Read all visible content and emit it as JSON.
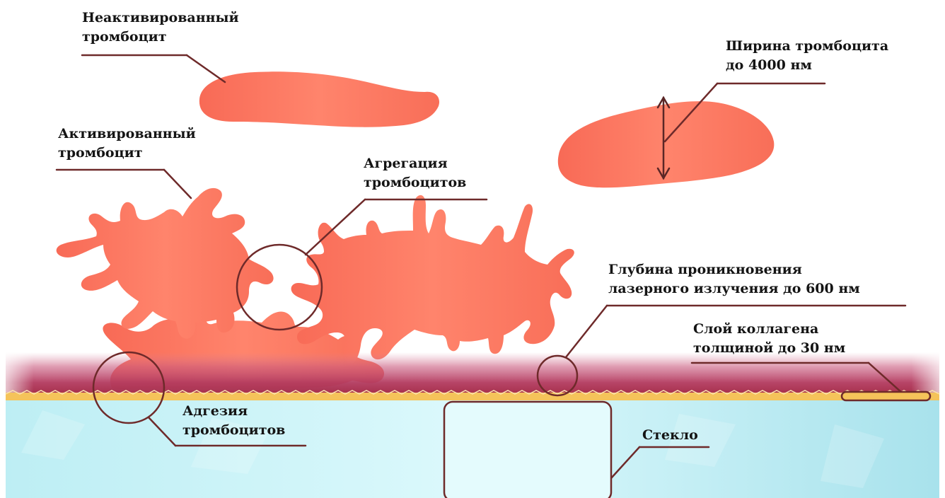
{
  "labels": {
    "inactive_platelet": [
      "Неактивированный",
      "тромбоцит"
    ],
    "activated_platelet": [
      "Активированный",
      "тромбоцит"
    ],
    "aggregation": [
      "Агрегация",
      "тромбоцитов"
    ],
    "platelet_width": [
      "Ширина тромбоцита",
      "до 4000 нм"
    ],
    "penetration_depth": [
      "Глубина проникновения",
      "лазерного излучения до 600 нм"
    ],
    "collagen_layer": [
      "Слой коллагена",
      "толщиной до 30 нм"
    ],
    "adhesion": [
      "Адгезия",
      "тромбоцитов"
    ],
    "glass": [
      "Стекло"
    ]
  },
  "colors": {
    "platelet": "#f8705c",
    "platelet_light": "#ff8a72",
    "outline": "#6e2a2a",
    "blood_layer": "#b2375a",
    "collagen": "#f5c35a",
    "glass": "#c8f2f6",
    "glass_light": "#e4fbfd"
  }
}
